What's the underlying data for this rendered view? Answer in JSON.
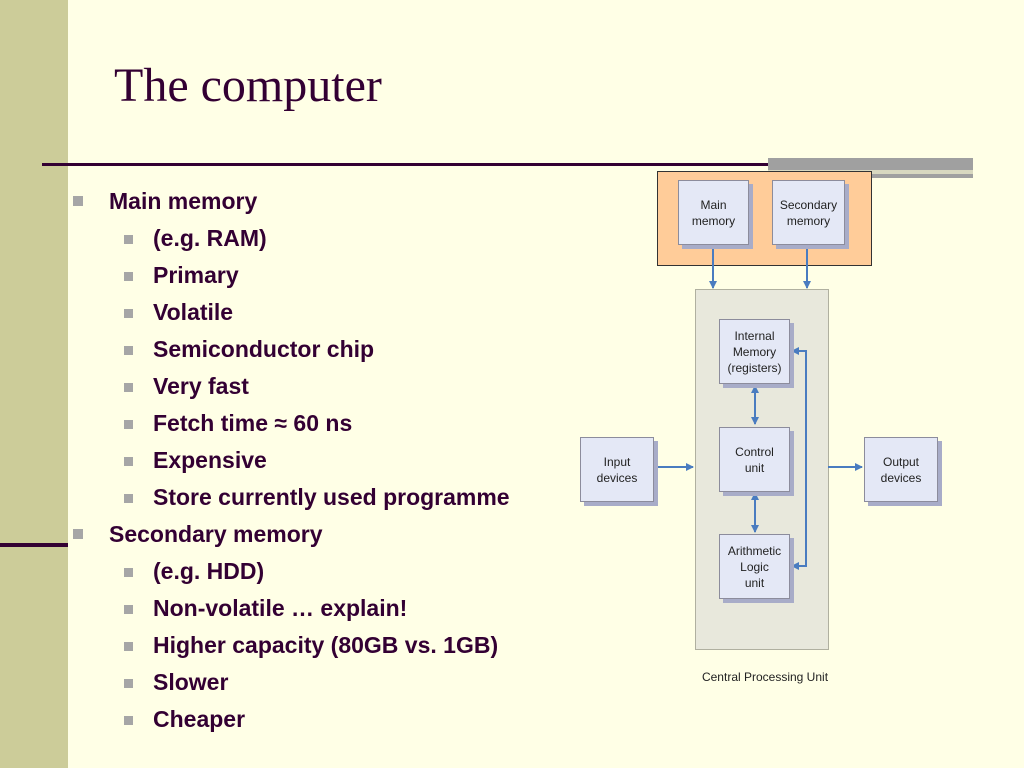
{
  "slide": {
    "title": "The computer",
    "bullets": [
      {
        "level": 1,
        "text": "Main memory"
      },
      {
        "level": 2,
        "text": "(e.g. RAM)"
      },
      {
        "level": 2,
        "text": "Primary"
      },
      {
        "level": 2,
        "text": "Volatile"
      },
      {
        "level": 2,
        "text": "Semiconductor chip"
      },
      {
        "level": 2,
        "text": "Very fast"
      },
      {
        "level": 2,
        "text": "Fetch time ≈ 60 ns"
      },
      {
        "level": 2,
        "text": "Expensive"
      },
      {
        "level": 2,
        "text": "Store currently used programme"
      },
      {
        "level": 1,
        "text": "Secondary memory"
      },
      {
        "level": 2,
        "text": "(e.g. HDD)"
      },
      {
        "level": 2,
        "text": "Non-volatile … explain!"
      },
      {
        "level": 2,
        "text": "Higher capacity (80GB vs. 1GB)"
      },
      {
        "level": 2,
        "text": "Slower"
      },
      {
        "level": 2,
        "text": "Cheaper"
      }
    ]
  },
  "diagram": {
    "main_memory": "Main\nmemory",
    "secondary_memory": "Secondary\nmemory",
    "internal_memory": "Internal\nMemory\n(registers)",
    "control_unit": "Control\nunit",
    "alu": "Arithmetic\nLogic\nunit",
    "input_devices": "Input\ndevices",
    "output_devices": "Output\ndevices",
    "cpu_label": "Central Processing Unit",
    "arrow_color": "#4A7CC0"
  }
}
